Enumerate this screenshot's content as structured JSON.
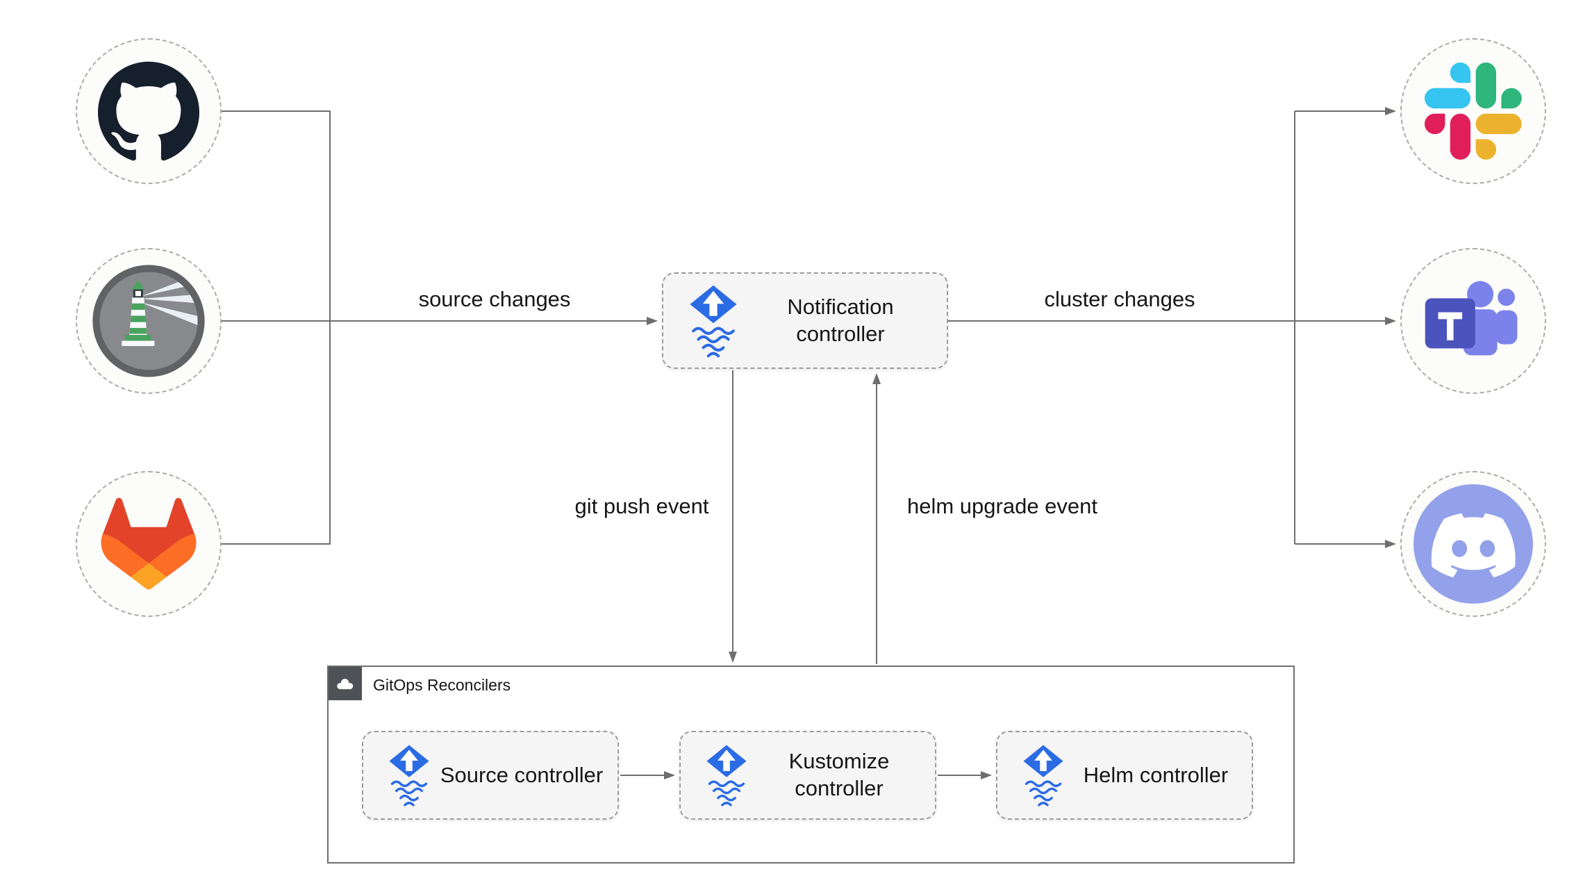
{
  "diagram": {
    "sources": [
      {
        "icon": "github-icon"
      },
      {
        "icon": "harbor-icon"
      },
      {
        "icon": "gitlab-icon"
      }
    ],
    "targets": [
      {
        "icon": "slack-icon"
      },
      {
        "icon": "microsoft-teams-icon"
      },
      {
        "icon": "discord-icon"
      }
    ],
    "nodes": {
      "notification_controller": {
        "label": "Notification controller",
        "icon": "flux-icon"
      },
      "source_controller": {
        "label": "Source controller",
        "icon": "flux-icon"
      },
      "kustomize_controller": {
        "label": "Kustomize controller",
        "icon": "flux-icon"
      },
      "helm_controller": {
        "label": "Helm controller",
        "icon": "flux-icon"
      }
    },
    "group": {
      "label": "GitOps Reconcilers",
      "icon": "cloud-icon"
    },
    "edge_labels": {
      "source_changes": "source changes",
      "cluster_changes": "cluster changes",
      "git_push_event": "git push event",
      "helm_upgrade_event": "helm upgrade event"
    },
    "colors": {
      "flux_blue": "#2B6BE4",
      "connector": "#6E6E6E",
      "node_fill": "#F5F5F5",
      "node_border": "#9C9C9C",
      "group_border": "#6E6E6E",
      "badge_bg": "#4E5155",
      "circle_fill": "#FCFCFA",
      "circle_border": "#ABABAB",
      "github": "#16202C",
      "gitlab": [
        "#E24329",
        "#FC6D26",
        "#FCA326"
      ],
      "slack": [
        "#36C5F0",
        "#2EB67D",
        "#ECB22E",
        "#E01E5A"
      ],
      "teams": [
        "#4B53BC",
        "#7B83EB"
      ],
      "discord": "#93A1EA",
      "harbor": [
        "#87898C",
        "#49A35D"
      ]
    }
  }
}
